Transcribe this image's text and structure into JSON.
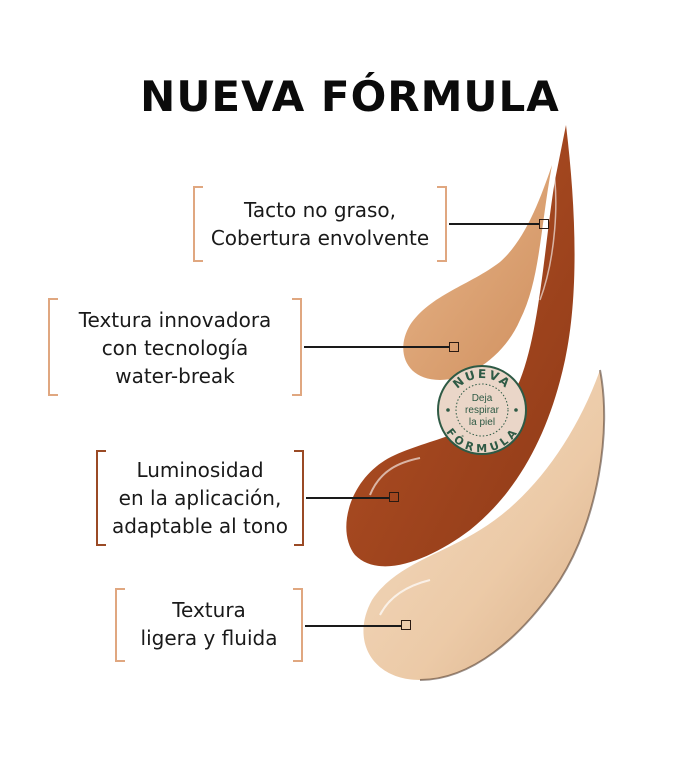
{
  "title": "NUEVA FÓRMULA",
  "colors": {
    "bracket_light": "#e0a780",
    "bracket_dark": "#9a4a25",
    "swatch_medium": "#d99a68",
    "swatch_dark": "#a8481f",
    "swatch_light": "#ecc9a6",
    "badge_text": "#2e5a45"
  },
  "callouts": [
    {
      "lines": [
        "Tacto no graso,",
        "Cobertura envolvente"
      ]
    },
    {
      "lines": [
        "Textura innovadora",
        "con tecnología",
        "water-break"
      ]
    },
    {
      "lines": [
        "Luminosidad",
        "en la aplicación,",
        "adaptable al tono"
      ]
    },
    {
      "lines": [
        "Textura",
        "ligera y fluida"
      ]
    }
  ],
  "badge": {
    "top_text": "NUEVA",
    "bottom_text": "FÓRMULA",
    "center_lines": [
      "Deja",
      "respirar",
      "la piel"
    ]
  }
}
